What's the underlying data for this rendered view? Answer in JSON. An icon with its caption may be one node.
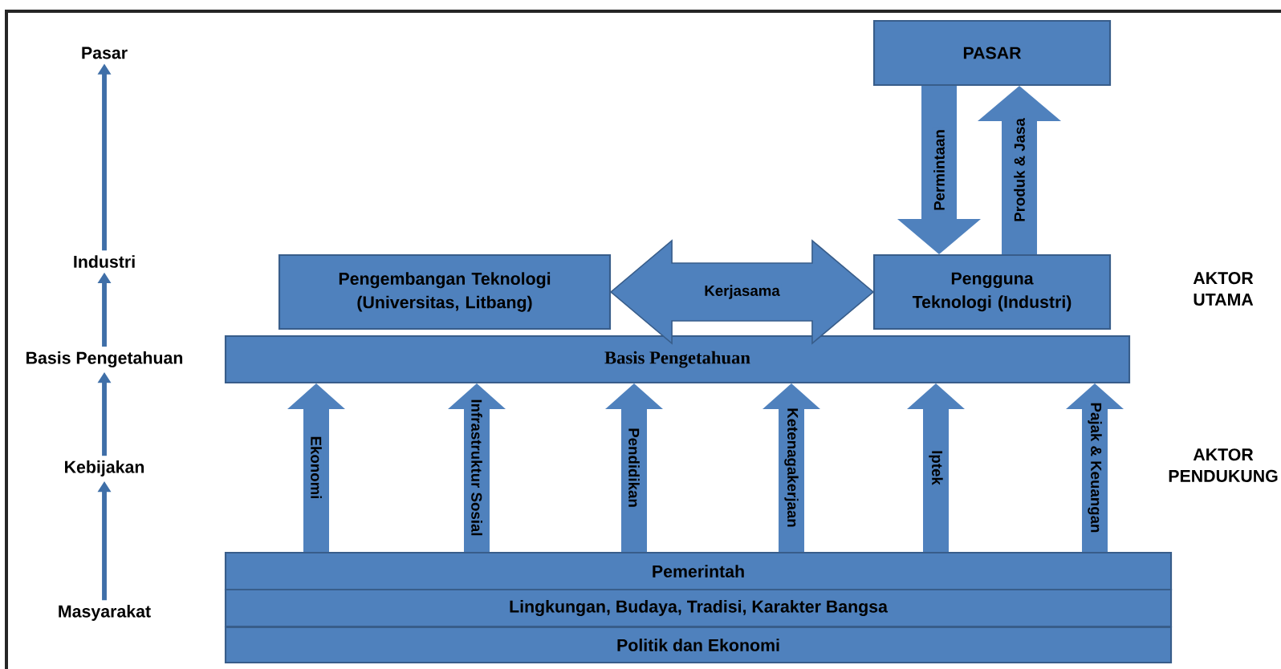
{
  "diagram": {
    "nodes": [
      {
        "text": [
          "Pasar"
        ]
      },
      {
        "text": [
          "Industri"
        ]
      },
      {
        "text": [
          "Basis Pengetahuan"
        ]
      },
      {
        "text": [
          "Kebijakan"
        ]
      },
      {
        "text": [
          "Masyarakat"
        ]
      },
      {
        "text": [
          "PASAR"
        ]
      },
      {
        "text": [
          "Pengembangan Teknologi (Universitas, Litbang)"
        ]
      },
      {
        "text": [
          "Pengguna Teknologi (Industri)"
        ]
      },
      {
        "text": [
          "Basis Pengetahuan"
        ]
      },
      {
        "text": [
          "Pemerintah"
        ]
      },
      {
        "text": [
          "Lingkungan, Budaya, Tradisi, Karakter Bangsa"
        ]
      },
      {
        "text": [
          "Politik dan Ekonomi"
        ]
      }
    ],
    "edges": [
      {
        "from": 4,
        "to": 3,
        "arrow": "to"
      },
      {
        "from": 3,
        "to": 2,
        "arrow": "to"
      },
      {
        "from": 2,
        "to": 1,
        "arrow": "to"
      },
      {
        "from": 1,
        "to": 0,
        "arrow": "to"
      },
      {
        "from": 6,
        "to": 7,
        "arrow": "both",
        "label": "Kerjasama"
      },
      {
        "from": 5,
        "to": 7,
        "arrow": "to",
        "label": "Permintaan"
      },
      {
        "from": 7,
        "to": 5,
        "arrow": "to",
        "label": "Produk & Jasa"
      },
      {
        "from": 9,
        "to": 8,
        "arrow": "to",
        "label": "Ekonomi"
      },
      {
        "from": 9,
        "to": 8,
        "arrow": "to",
        "label": "Infrastruktur Sosial"
      },
      {
        "from": 9,
        "to": 8,
        "arrow": "to",
        "label": "Pendidikan"
      },
      {
        "from": 9,
        "to": 8,
        "arrow": "to",
        "label": "Ketenagakerjaan"
      },
      {
        "from": 9,
        "to": 8,
        "arrow": "to",
        "label": "Iptek"
      },
      {
        "from": 9,
        "to": 8,
        "arrow": "to",
        "label": "Pajak & Keuangan"
      }
    ],
    "labels": [
      "AKTOR UTAMA",
      "AKTOR PENDUKUNG"
    ]
  }
}
